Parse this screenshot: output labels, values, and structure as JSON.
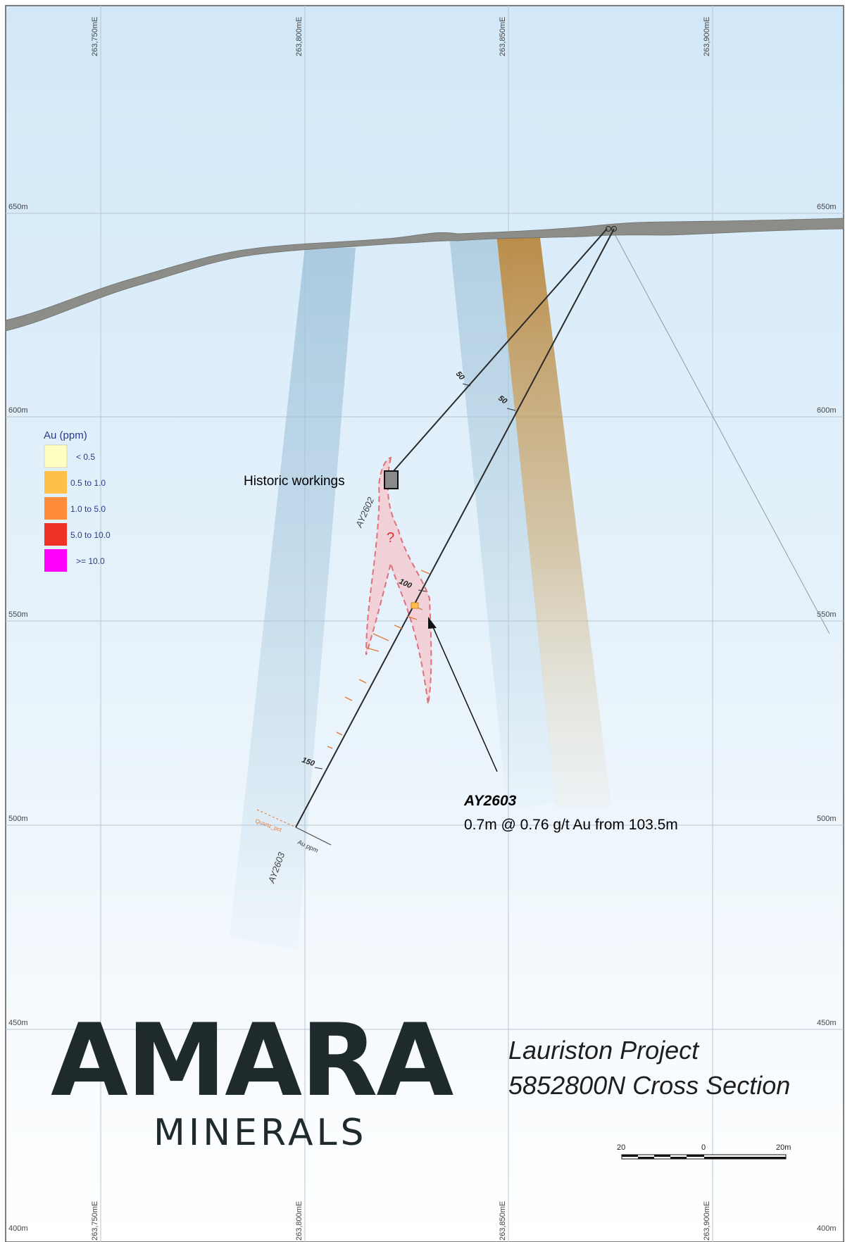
{
  "map": {
    "easting_labels": [
      "263,750mE",
      "263,800mE",
      "263,850mE",
      "263,900mE"
    ],
    "elevation_labels": [
      "650m",
      "600m",
      "550m",
      "500m",
      "450m",
      "400m"
    ],
    "legend": {
      "title": "Au (ppm)",
      "items": [
        {
          "label": "< 0.5",
          "color": "#ffffc2"
        },
        {
          "label": "0.5 to 1.0",
          "color": "#ffc04a"
        },
        {
          "label": "1.0 to 5.0",
          "color": "#ff8c3a"
        },
        {
          "label": "5.0 to 10.0",
          "color": "#ee3224"
        },
        {
          "label": ">= 10.0",
          "color": "#ff00ff"
        }
      ]
    },
    "historic_workings_label": "Historic workings",
    "unknown_marker": "?",
    "drillholes": [
      {
        "name": "AY2602",
        "depth_marks": [
          "50"
        ]
      },
      {
        "name": "AY2603",
        "depth_marks": [
          "50",
          "100",
          "150"
        ]
      }
    ],
    "trace_labels": {
      "au_ppm": "Au ppm",
      "quartz_pct": "Quartz_pct"
    },
    "callout": {
      "hole": "AY2603",
      "result": "0.7m @ 0.76 g/t Au from 103.5m"
    },
    "brand": {
      "name": "AMARA",
      "subtitle": "MINERALS"
    },
    "title": {
      "line1": "Lauriston Project",
      "line2": "5852800N Cross Section"
    },
    "scale_bar": {
      "left": "20",
      "middle": "0",
      "right": "20m"
    },
    "colors": {
      "sky_top": "#d4e9f8",
      "sky_bottom": "#ffffff",
      "topography": "#8a8a86",
      "mineralised_zone": "#b8873e",
      "blue_structure": "#9cc0d8",
      "interpreted_zone": "#f5c6cc",
      "interpreted_outline": "#e0707a"
    }
  }
}
